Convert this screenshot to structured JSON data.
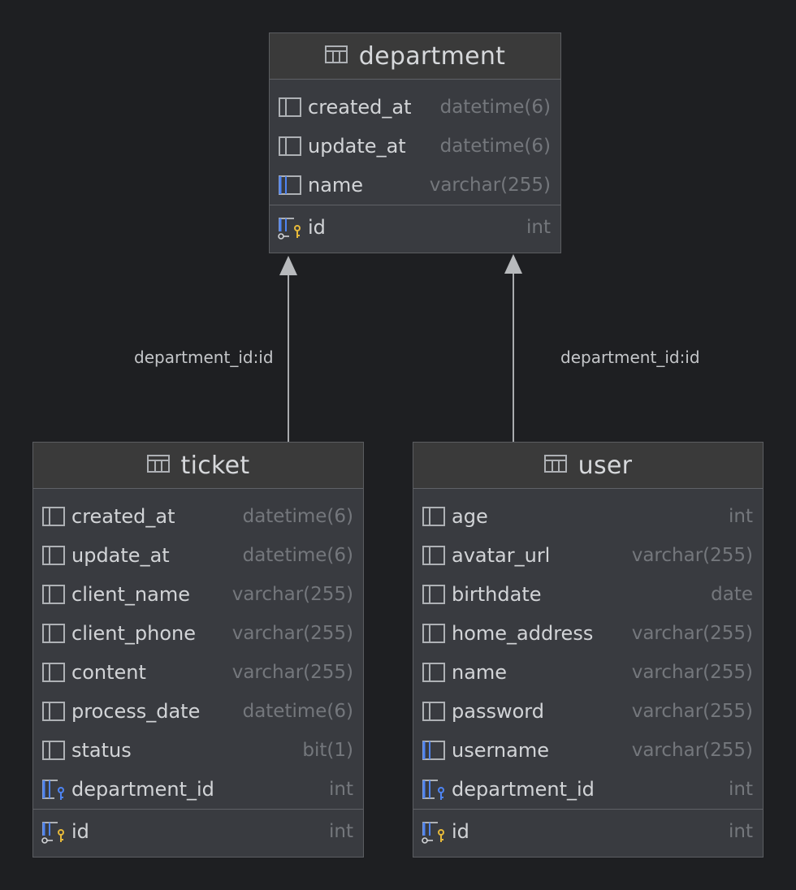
{
  "tables": {
    "department": {
      "name": "department",
      "columns": [
        {
          "name": "created_at",
          "type": "datetime(6)",
          "icon": "column-icon"
        },
        {
          "name": "update_at",
          "type": "datetime(6)",
          "icon": "column-icon"
        },
        {
          "name": "name",
          "type": "varchar(255)",
          "icon": "unique-column-icon"
        }
      ],
      "primary_key": {
        "name": "id",
        "type": "int",
        "icon": "primary-key-icon"
      }
    },
    "ticket": {
      "name": "ticket",
      "columns": [
        {
          "name": "created_at",
          "type": "datetime(6)",
          "icon": "column-icon"
        },
        {
          "name": "update_at",
          "type": "datetime(6)",
          "icon": "column-icon"
        },
        {
          "name": "client_name",
          "type": "varchar(255)",
          "icon": "column-icon"
        },
        {
          "name": "client_phone",
          "type": "varchar(255)",
          "icon": "column-icon"
        },
        {
          "name": "content",
          "type": "varchar(255)",
          "icon": "column-icon"
        },
        {
          "name": "process_date",
          "type": "datetime(6)",
          "icon": "column-icon"
        },
        {
          "name": "status",
          "type": "bit(1)",
          "icon": "column-icon"
        },
        {
          "name": "department_id",
          "type": "int",
          "icon": "foreign-key-icon"
        }
      ],
      "primary_key": {
        "name": "id",
        "type": "int",
        "icon": "primary-key-icon"
      }
    },
    "user": {
      "name": "user",
      "columns": [
        {
          "name": "age",
          "type": "int",
          "icon": "column-icon"
        },
        {
          "name": "avatar_url",
          "type": "varchar(255)",
          "icon": "column-icon"
        },
        {
          "name": "birthdate",
          "type": "date",
          "icon": "column-icon"
        },
        {
          "name": "home_address",
          "type": "varchar(255)",
          "icon": "column-icon"
        },
        {
          "name": "name",
          "type": "varchar(255)",
          "icon": "column-icon"
        },
        {
          "name": "password",
          "type": "varchar(255)",
          "icon": "column-icon"
        },
        {
          "name": "username",
          "type": "varchar(255)",
          "icon": "unique-column-icon"
        },
        {
          "name": "department_id",
          "type": "int",
          "icon": "foreign-key-icon"
        }
      ],
      "primary_key": {
        "name": "id",
        "type": "int",
        "icon": "primary-key-icon"
      }
    }
  },
  "relations": [
    {
      "from": "ticket",
      "to": "department",
      "label": "department_id:id"
    },
    {
      "from": "user",
      "to": "department",
      "label": "department_id:id"
    }
  ],
  "colors": {
    "background": "#1e1f22",
    "table_body": "#393b40",
    "table_header": "#3a3a3a",
    "accent_blue": "#4e84f2",
    "key_yellow": "#e6b93a",
    "type_text": "#74777c"
  }
}
